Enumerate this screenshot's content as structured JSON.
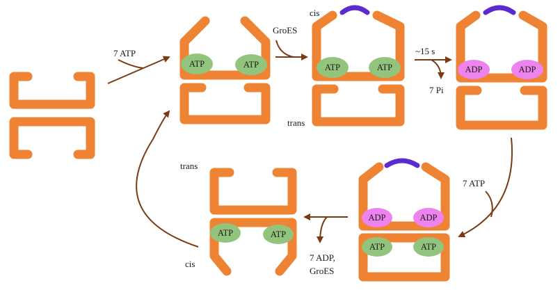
{
  "colors": {
    "ring": "#ef8334",
    "lid": "#5b2bd0",
    "atp": "#93c47d",
    "adp": "#ee82ee",
    "arrow": "#7a3a14"
  },
  "labels": {
    "step1_atp": "7 ATP",
    "step2_groes": "GroES",
    "step3_time": "~15 s",
    "step3_pi": "7 Pi",
    "step4_atp": "7 ATP",
    "step5_release_line1": "7 ADP,",
    "step5_release_line2": "GroES",
    "cis_top": "cis",
    "trans_top": "trans",
    "trans_bottom": "trans",
    "cis_bottom": "cis"
  },
  "nucleotides": {
    "atp": "ATP",
    "adp": "ADP"
  }
}
